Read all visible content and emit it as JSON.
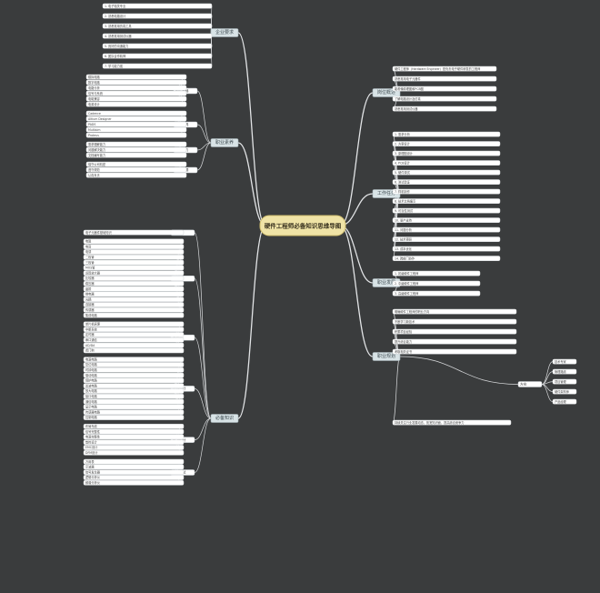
{
  "root": {
    "label": "硬件工程师必备知识思维导图"
  },
  "branches": [
    {
      "id": "r1",
      "label": "岗位概述",
      "leaves": [
        "硬件工程师（Hardware Engineer）是负责电子硬件研发的工程师",
        "熟悉常用电子元器件",
        "能看懂原理图和PCB图",
        "了解电路设计及仿真",
        "熟悉常用测试仪器"
      ]
    },
    {
      "id": "r2",
      "label": "工作任务",
      "leaves": [
        "1. 需求分析",
        "2. 方案设计",
        "3. 原理图设计",
        "4. PCB设计",
        "5. 硬件调试",
        "6. 测试验证",
        "7. 样机制作",
        "8. 技术文档编写",
        "9. 可靠性测试",
        "10. 量产支持",
        "11. 问题分析",
        "12. 技术预研",
        "13. 成本优化",
        "14. 跨部门协作"
      ]
    },
    {
      "id": "r3",
      "label": "职业发展",
      "leaves": [
        "1. 初级硬件工程师",
        "2. 中级硬件工程师",
        "3. 高级硬件工程师"
      ]
    },
    {
      "id": "r4",
      "label": "职业规划",
      "leaves": [
        "明确硬件工程师的职业方向",
        "不断学习新技术",
        "积累项目经验",
        "提升综合能力",
        "考取相关证书"
      ],
      "subs": [
        {
          "label": "方向",
          "leaves": [
            "技术专家",
            "管理路线",
            "项目管理",
            "硬件架构师",
            "产品经理"
          ]
        }
      ],
      "extra": [
        "持续关注行业发展动态，拓宽知识面，提高综合竞争力"
      ]
    },
    {
      "id": "l1",
      "label": "企业要求",
      "leaves": [
        "1. 电子相关专业",
        "2. 熟悉电路设计",
        "3. 熟悉常用仿真工具",
        "4. 熟悉常用测试仪器",
        "5. 良好的沟通能力",
        "6. 团队合作精神",
        "7. 学习能力强"
      ]
    },
    {
      "id": "l2",
      "label": "职业素养",
      "subs": [
        {
          "label": "硬件基础",
          "leaves": [
            "模拟电路",
            "数字电路",
            "电路分析",
            "信号与系统",
            "电磁兼容",
            "电源设计"
          ]
        },
        {
          "label": "设计工具",
          "leaves": [
            "Cadence",
            "Altium Designer",
            "PADS",
            "Multisim",
            "Proteus"
          ]
        },
        {
          "label": "工作能力",
          "leaves": [
            "需求理解能力",
            "问题解决能力",
            "文档编写能力"
          ]
        },
        {
          "label": "职业道德",
          "leaves": [
            "保守公司机密",
            "遵守规范",
            "认真负责"
          ]
        }
      ]
    },
    {
      "id": "l3",
      "label": "必备知识",
      "subs": [
        {
          "label": "基础",
          "leaves": [
            "电子元器件基础知识"
          ]
        },
        {
          "label": "元器件",
          "leaves": [
            "电阻",
            "电容",
            "电感",
            "二极管",
            "三极管",
            "MOS管",
            "运算放大器",
            "比较器",
            "稳压器",
            "晶振",
            "继电器",
            "光耦",
            "连接器",
            "传感器",
            "集成电路"
          ]
        },
        {
          "label": "单片机",
          "leaves": [
            "单片机原理",
            "中断系统",
            "定时器",
            "串口通信",
            "AD/DA",
            "看门狗"
          ]
        },
        {
          "label": "电路设计",
          "leaves": [
            "电源电路",
            "复位电路",
            "时钟电路",
            "驱动电路",
            "保护电路",
            "滤波电路",
            "放大电路",
            "接口电路",
            "通信电路",
            "显示电路",
            "传感器电路",
            "控制电路"
          ]
        },
        {
          "label": "PCB设计",
          "leaves": [
            "布局布线",
            "信号完整性",
            "电源完整性",
            "散热设计",
            "EMC设计",
            "DFM设计"
          ]
        },
        {
          "label": "测试调试",
          "leaves": [
            "万用表",
            "示波器",
            "信号发生器",
            "逻辑分析仪",
            "频谱分析仪"
          ]
        }
      ]
    }
  ]
}
